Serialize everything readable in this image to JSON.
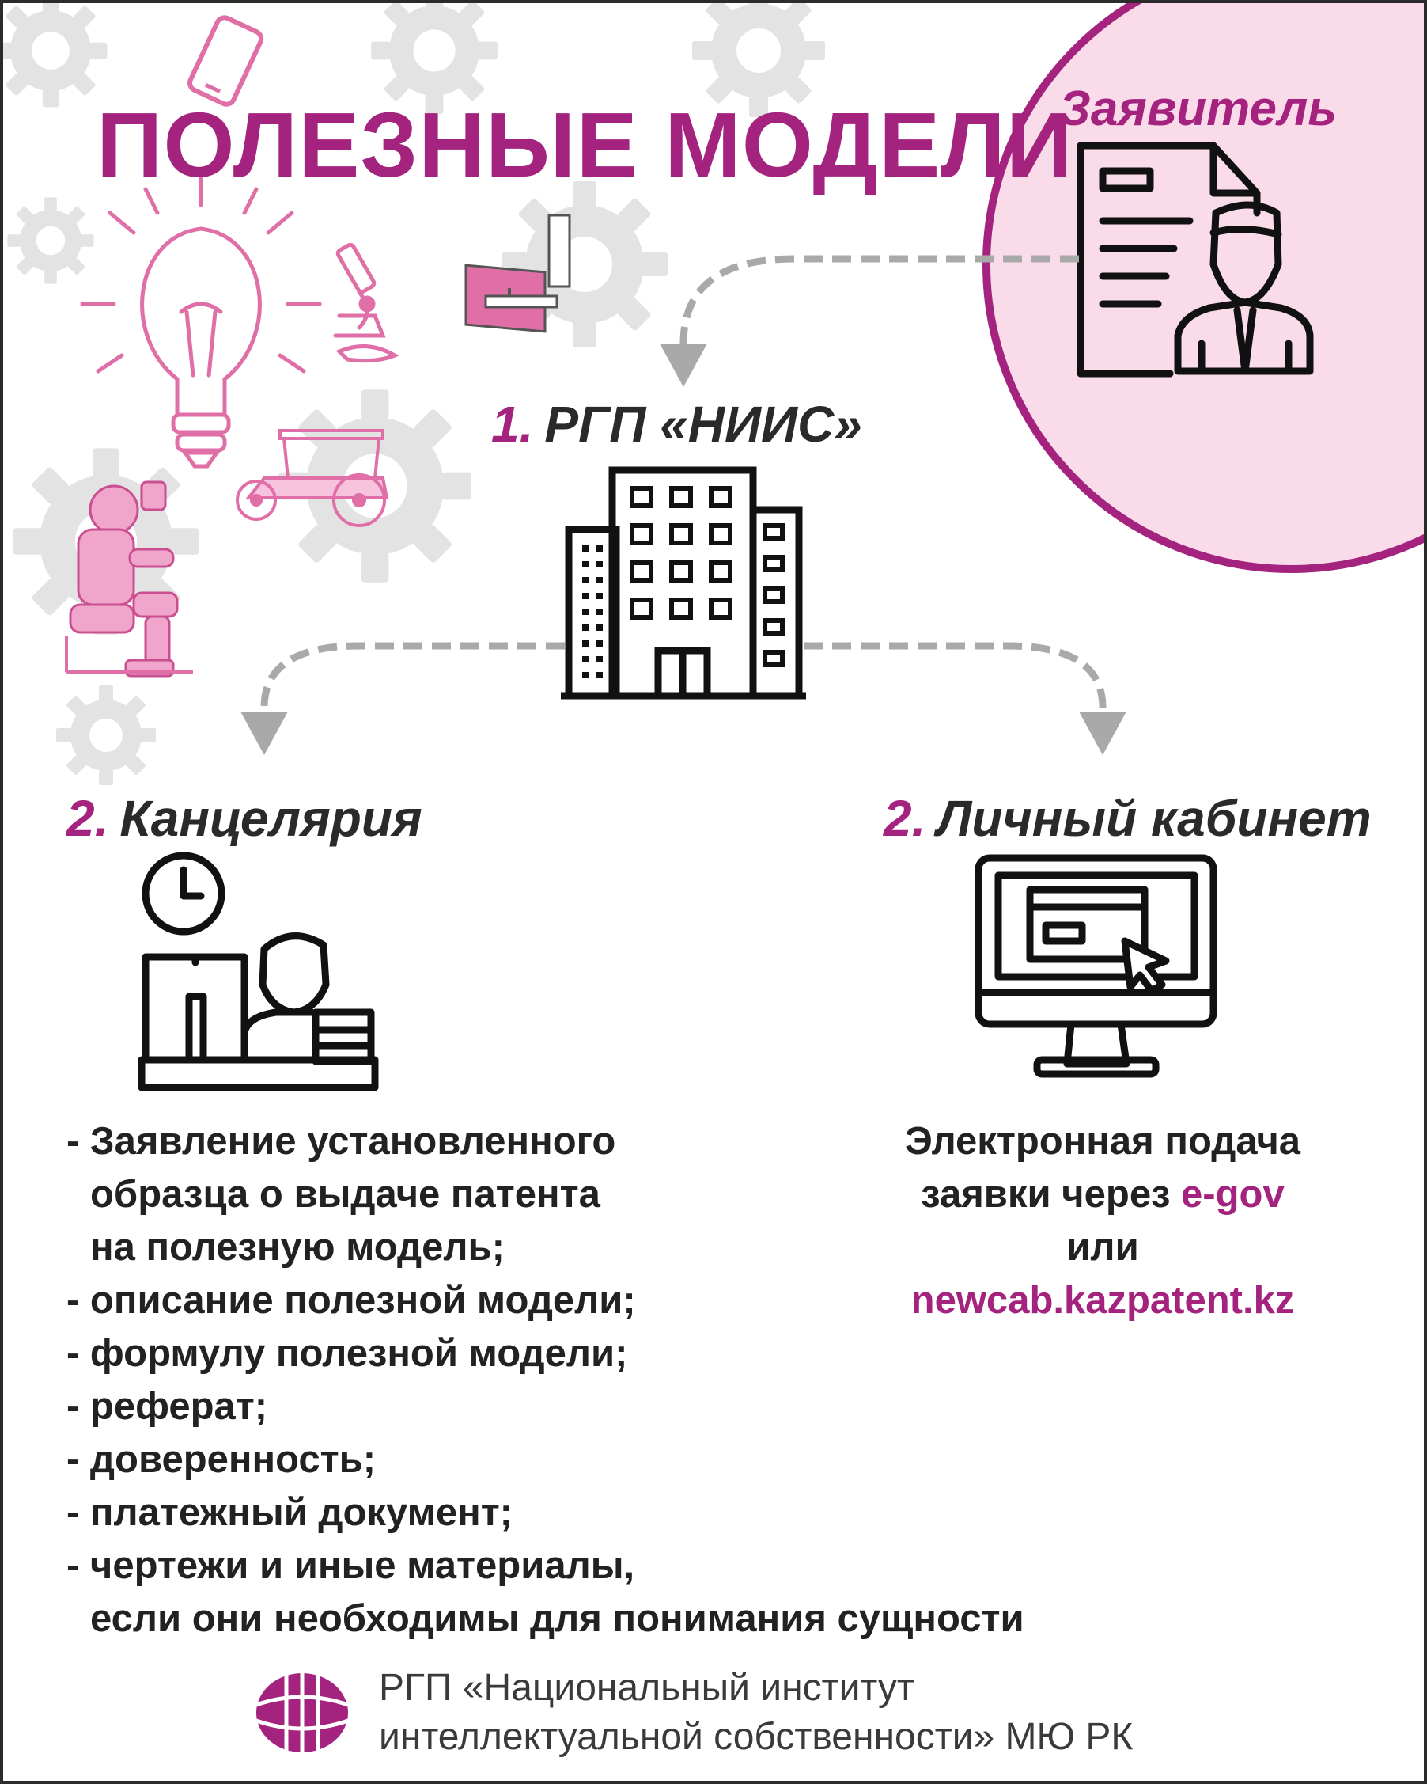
{
  "title": "ПОЛЕЗНЫЕ МОДЕЛИ",
  "applicant": {
    "label": "Заявитель",
    "icon": "applicant-document-icon"
  },
  "step1": {
    "number": "1.",
    "label": "РГП «НИИС»",
    "icon": "office-building-icon"
  },
  "branch_office": {
    "number": "2.",
    "label": "Канцелярия",
    "icon": "clerk-desk-icon",
    "documents": [
      "- Заявление установленного",
      "образца о выдаче патента",
      "на полезную модель;",
      "- описание полезной модели;",
      "- формулу полезной модели;",
      "- реферат;",
      "- доверенность;",
      "- платежный документ;",
      "- чертежи и иные материалы,",
      "если они необходимы для понимания сущности"
    ]
  },
  "branch_online": {
    "number": "2.",
    "label": "Личный кабинет",
    "icon": "computer-monitor-icon",
    "line1": "Электронная подача",
    "line2_prefix": "заявки через ",
    "line2_link": "e-gov",
    "line3": "или",
    "line4_link": "newcab.kazpatent.kz"
  },
  "footer": {
    "line1": "РГП «Национальный институт",
    "line2": "интеллектуальной собственности» МЮ РК",
    "logo_icon": "niis-logo-icon"
  },
  "decor_icons": [
    "gear-icon",
    "smartphone-icon",
    "lightbulb-icon",
    "microscope-icon",
    "desktop-computer-icon",
    "robot-icon",
    "vintage-car-icon"
  ],
  "colors": {
    "accent": "#a3237f",
    "accent_light": "#fadbea",
    "accent_pink": "#e06fa8",
    "gear": "#e3e3e3",
    "arrow": "#a9a9a9",
    "text": "#222222"
  }
}
